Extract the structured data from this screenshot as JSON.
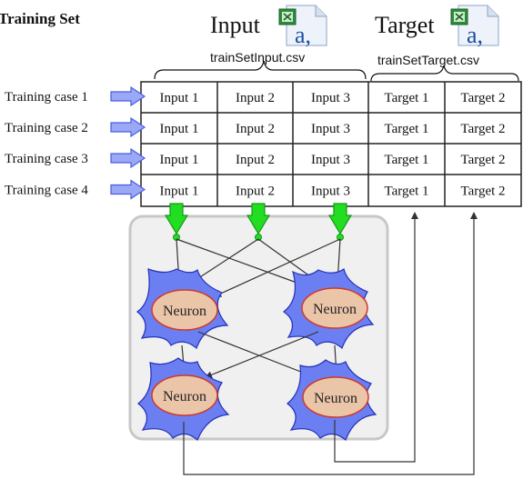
{
  "title": "Training Set",
  "input_header": {
    "label": "Input",
    "filename": "trainSetInput.csv",
    "icon": "excel-csv-file-icon",
    "icon_letter": "a,"
  },
  "target_header": {
    "label": "Target",
    "filename": "trainSetTarget.csv",
    "icon": "excel-csv-file-icon",
    "icon_letter": "a,"
  },
  "columns": [
    "Input 1",
    "Input 2",
    "Input 3",
    "Target 1",
    "Target 2"
  ],
  "rows": [
    {
      "label": "Training case 1",
      "cells": [
        "Input 1",
        "Input 2",
        "Input 3",
        "Target 1",
        "Target 2"
      ]
    },
    {
      "label": "Training case 2",
      "cells": [
        "Input 1",
        "Input 2",
        "Input 3",
        "Target 1",
        "Target 2"
      ]
    },
    {
      "label": "Training case 3",
      "cells": [
        "Input 1",
        "Input 2",
        "Input 3",
        "Target 1",
        "Target 2"
      ]
    },
    {
      "label": "Training case 4",
      "cells": [
        "Input 1",
        "Input 2",
        "Input 3",
        "Target 1",
        "Target 2"
      ]
    }
  ],
  "neurons": [
    {
      "id": "hidden-left",
      "label": "Neuron"
    },
    {
      "id": "hidden-right",
      "label": "Neuron"
    },
    {
      "id": "output-left",
      "label": "Neuron"
    },
    {
      "id": "output-right",
      "label": "Neuron"
    }
  ],
  "colors": {
    "row_arrow_fill": "#9aa8f5",
    "row_arrow_stroke": "#4a5de0",
    "input_arrow_fill": "#22dd22",
    "input_arrow_stroke": "#139913",
    "neuron_shape_fill": "#6b7ff2",
    "neuron_shape_stroke": "#2431b8",
    "neuron_body_fill": "#ebc5a8",
    "neuron_body_stroke": "#cc3b2b",
    "network_panel_fill": "#f0f0f0",
    "network_panel_stroke": "#c8c8c8"
  }
}
